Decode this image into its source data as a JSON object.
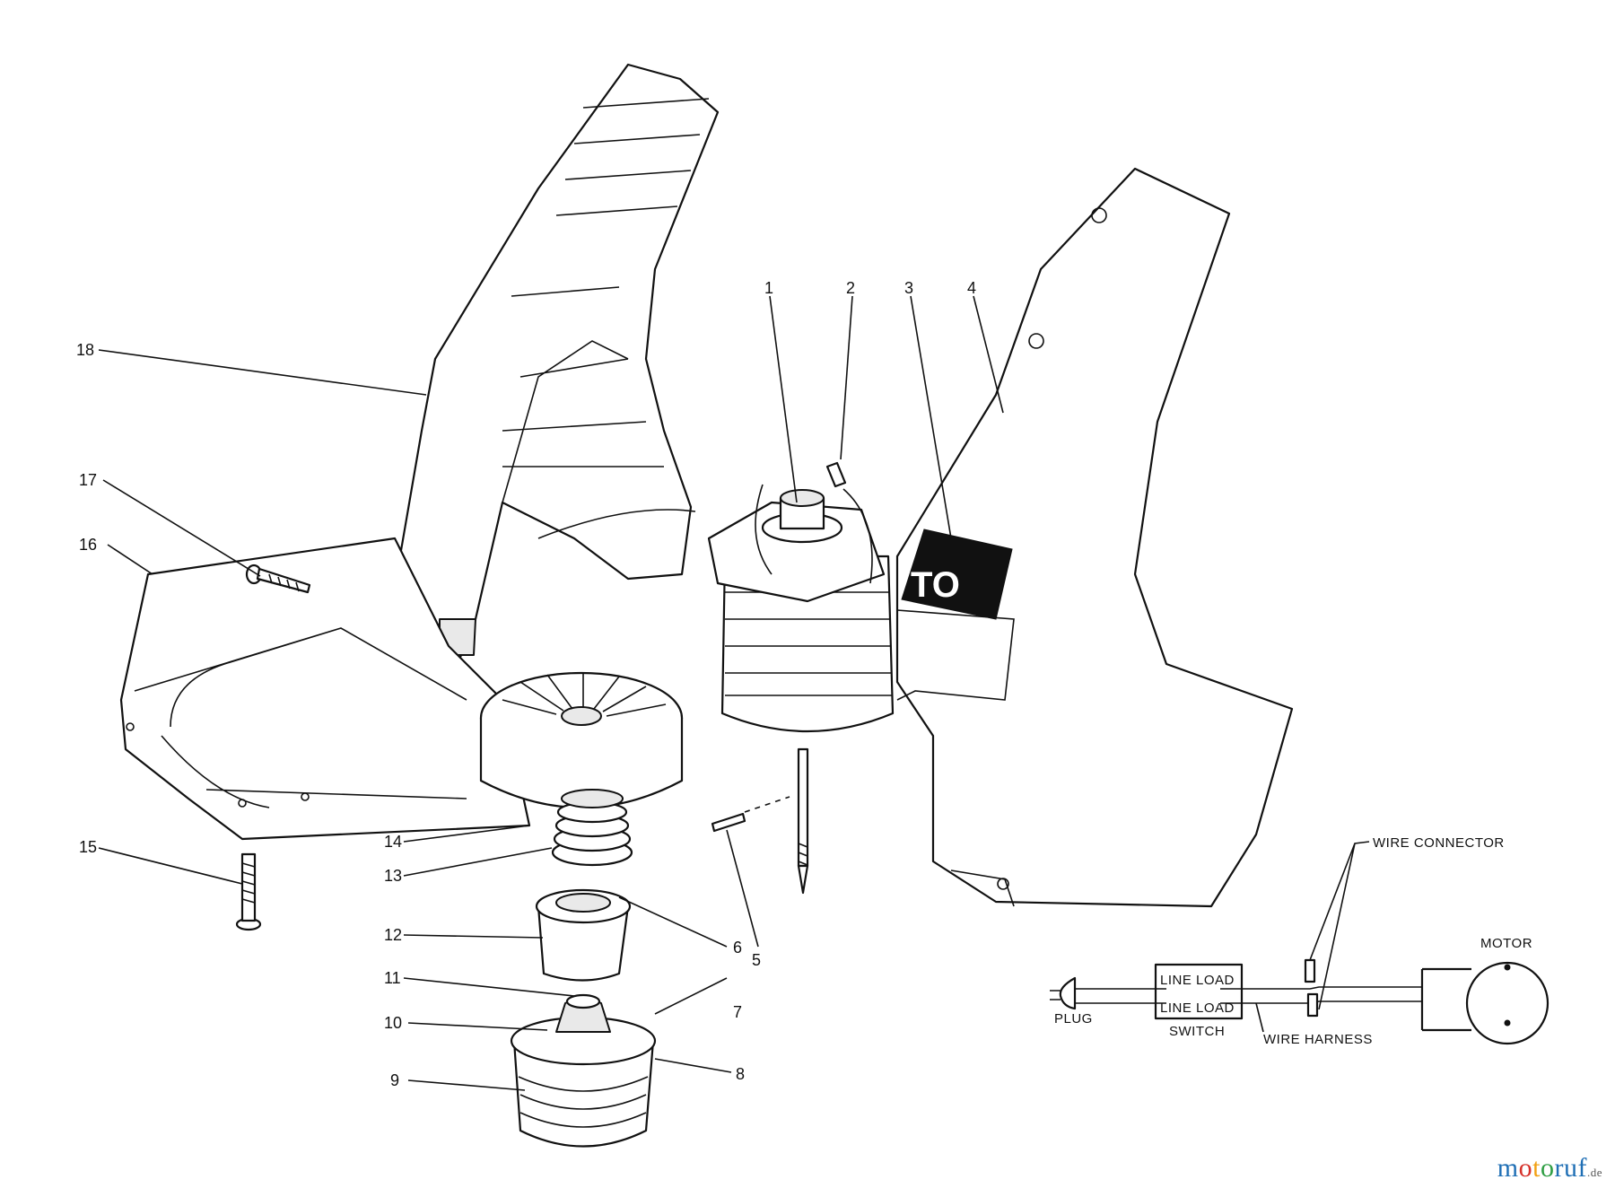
{
  "callouts": [
    {
      "id": "1",
      "label": "1"
    },
    {
      "id": "2",
      "label": "2"
    },
    {
      "id": "3",
      "label": "3"
    },
    {
      "id": "4",
      "label": "4"
    },
    {
      "id": "5",
      "label": "5"
    },
    {
      "id": "6",
      "label": "6"
    },
    {
      "id": "7",
      "label": "7"
    },
    {
      "id": "8",
      "label": "8"
    },
    {
      "id": "9",
      "label": "9"
    },
    {
      "id": "10",
      "label": "10"
    },
    {
      "id": "11",
      "label": "11"
    },
    {
      "id": "12",
      "label": "12"
    },
    {
      "id": "13",
      "label": "13"
    },
    {
      "id": "14",
      "label": "14"
    },
    {
      "id": "15",
      "label": "15"
    },
    {
      "id": "16",
      "label": "16"
    },
    {
      "id": "17",
      "label": "17"
    },
    {
      "id": "18",
      "label": "18"
    }
  ],
  "logo_text": "TO",
  "wiring": {
    "wire_connector": "WIRE CONNECTOR",
    "motor": "MOTOR",
    "plug": "PLUG",
    "line_load_1": "LINE LOAD",
    "line_load_2": "LINE LOAD",
    "switch": "SWITCH",
    "wire_harness": "WIRE HARNESS"
  },
  "watermark": {
    "p1": "m",
    "p2": "o",
    "p3": "t",
    "p4": "o",
    "p5": "ruf",
    "tld": ".de"
  }
}
